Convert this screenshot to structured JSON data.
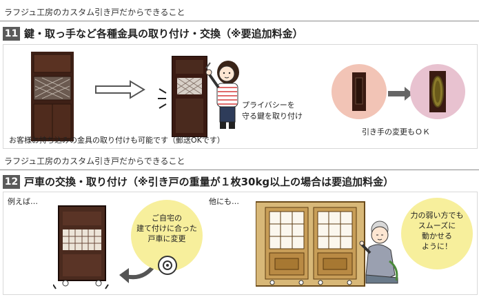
{
  "section1": {
    "header": "ラフジュ工房のカスタム引き戸だからできること",
    "number": "11",
    "title": "鍵・取っ手など各種金具の取り付け・交換（※要追加料金）",
    "privacy_caption": [
      "プライバシーを",
      "守る鍵を取り付け"
    ],
    "bring_caption": "お客様お持ち込みの金具の取り付けも可能です（郵送OKです）",
    "handle_caption": "引き手の変更もＯＫ"
  },
  "section2": {
    "header": "ラフジュ工房のカスタム引き戸だからできること",
    "number": "12",
    "title": "戸車の交換・取り付け（※引き戸の重量が１枚30kg以上の場合は要追加料金）",
    "example_label": "例えば…",
    "other_label": "他にも…",
    "bubble1": [
      "ご自宅の",
      "建て付けに合った",
      "戸車に変更"
    ],
    "bubble2": [
      "力の弱い方でも",
      "スムーズに",
      "動かせる",
      "ように！"
    ]
  },
  "colors": {
    "badge": "#5a5a5a",
    "bubble_yellow": "#f7ef9c",
    "circle_pink": "#f2c4b6",
    "circle_rose": "#e8c2d0",
    "door_brown": "#4a2a1e",
    "sliding_frame": "#b08a4a",
    "arrow_gray": "#666666"
  }
}
